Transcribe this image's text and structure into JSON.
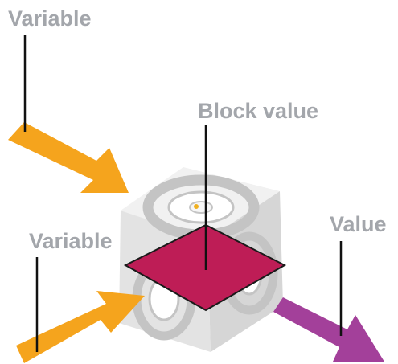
{
  "labels": {
    "variable_top": "Variable",
    "block_value": "Block value",
    "variable_left": "Variable",
    "value_right": "Value"
  },
  "colors": {
    "label_text": "#a3a6ab",
    "input_arrow": "#f5a41d",
    "output_arrow": "#a3409a",
    "value_diamond": "#be1d56",
    "leader_line": "#111111",
    "cube_face_light": "#f1f1f1",
    "cube_face_mid": "#e3e3e3",
    "cube_face_dark": "#d6d6d6",
    "cube_ring": "#c4c4c4"
  },
  "icons": {
    "device": "robot-cube-block-icon"
  }
}
